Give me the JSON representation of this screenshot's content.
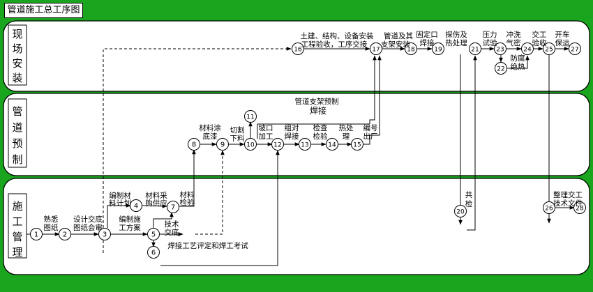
{
  "title": "管道施工总工序图",
  "lanes": {
    "site": [
      "现",
      "场",
      "安",
      "装"
    ],
    "prefab": [
      "管",
      "道",
      "预",
      "制"
    ],
    "mgmt": [
      "施",
      "工",
      "管",
      "理"
    ]
  },
  "nodes": [
    "1",
    "2",
    "3",
    "4",
    "5",
    "6",
    "7",
    "8",
    "9",
    "10",
    "11",
    "12",
    "13",
    "14",
    "15",
    "16",
    "17",
    "18",
    "19",
    "20",
    "21",
    "22",
    "23",
    "24",
    "25",
    "26",
    "27",
    "28"
  ],
  "labels": {
    "familiar": [
      "熟悉",
      "图纸"
    ],
    "design_review": [
      "设计交底",
      "图纸会审"
    ],
    "material_plan": [
      "编制材",
      "料计划"
    ],
    "procurement": [
      "材料采",
      "购供应"
    ],
    "material_inspect": [
      "材料",
      "检验"
    ],
    "construction_plan": [
      "编制施",
      "工方案"
    ],
    "tech_brief": [
      "技术",
      "交底"
    ],
    "weld_qual": "焊接工艺评定和焊工考试",
    "coating": [
      "材料涂",
      "底漆"
    ],
    "cutting": [
      "切割",
      "下料"
    ],
    "prefab_weld": [
      "管道支架预制",
      "焊接"
    ],
    "bevel": [
      "坡口",
      "加工"
    ],
    "fit_weld": [
      "组对",
      "焊接"
    ],
    "inspect": [
      "检查",
      "检验"
    ],
    "heat_treat": [
      "热处",
      "理"
    ],
    "number_out": [
      "编号",
      "出厂"
    ],
    "civil_accept": [
      "土建、结构、设备安装",
      "工程验收，工序交接"
    ],
    "pipe_install": [
      "管道及其",
      "支架安装"
    ],
    "fixed_weld": [
      "固定口",
      "焊接"
    ],
    "flaw_heat": [
      "探伤及",
      "热处理"
    ],
    "pressure_test": [
      "压力",
      "试验"
    ],
    "flush": [
      "冲洗",
      "气密"
    ],
    "anticorrosion": [
      "防腐",
      "绝热"
    ],
    "handover": [
      "交工",
      "验收"
    ],
    "startup": [
      "开车",
      "保运"
    ],
    "joint_inspect": [
      "共",
      "检"
    ],
    "docs": [
      "整理交工",
      "技术文件"
    ]
  }
}
